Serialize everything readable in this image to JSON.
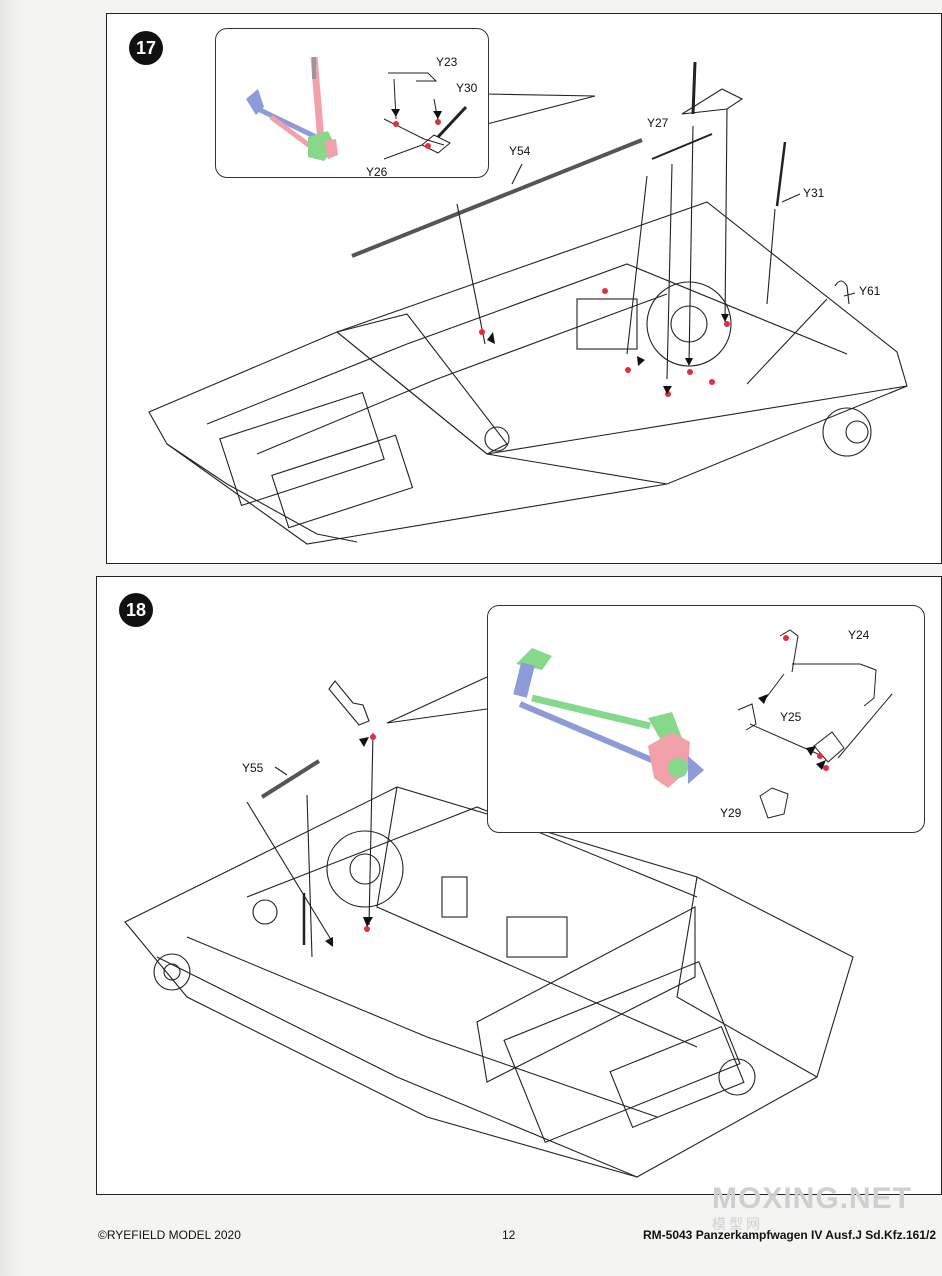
{
  "step17": {
    "number": "17",
    "labels": {
      "y23": "Y23",
      "y30": "Y30",
      "y26": "Y26",
      "y54": "Y54",
      "y27": "Y27",
      "y31": "Y31",
      "y61": "Y61"
    }
  },
  "step18": {
    "number": "18",
    "labels": {
      "y24": "Y24",
      "y25": "Y25",
      "y29": "Y29",
      "y55": "Y55"
    }
  },
  "footer": {
    "copyright": "©RYEFIELD MODEL 2020",
    "page": "12",
    "kit": "RM-5043 Panzerkampfwagen IV Ausf.J Sd.Kfz.161/2"
  },
  "watermark": {
    "text": "MOXING.NET",
    "sub": "模型网"
  },
  "colors": {
    "pink": "#f2a0aa",
    "green": "#86d98a",
    "blue": "#8e9bd8",
    "line": "#222222",
    "marker": "#e0303a"
  }
}
